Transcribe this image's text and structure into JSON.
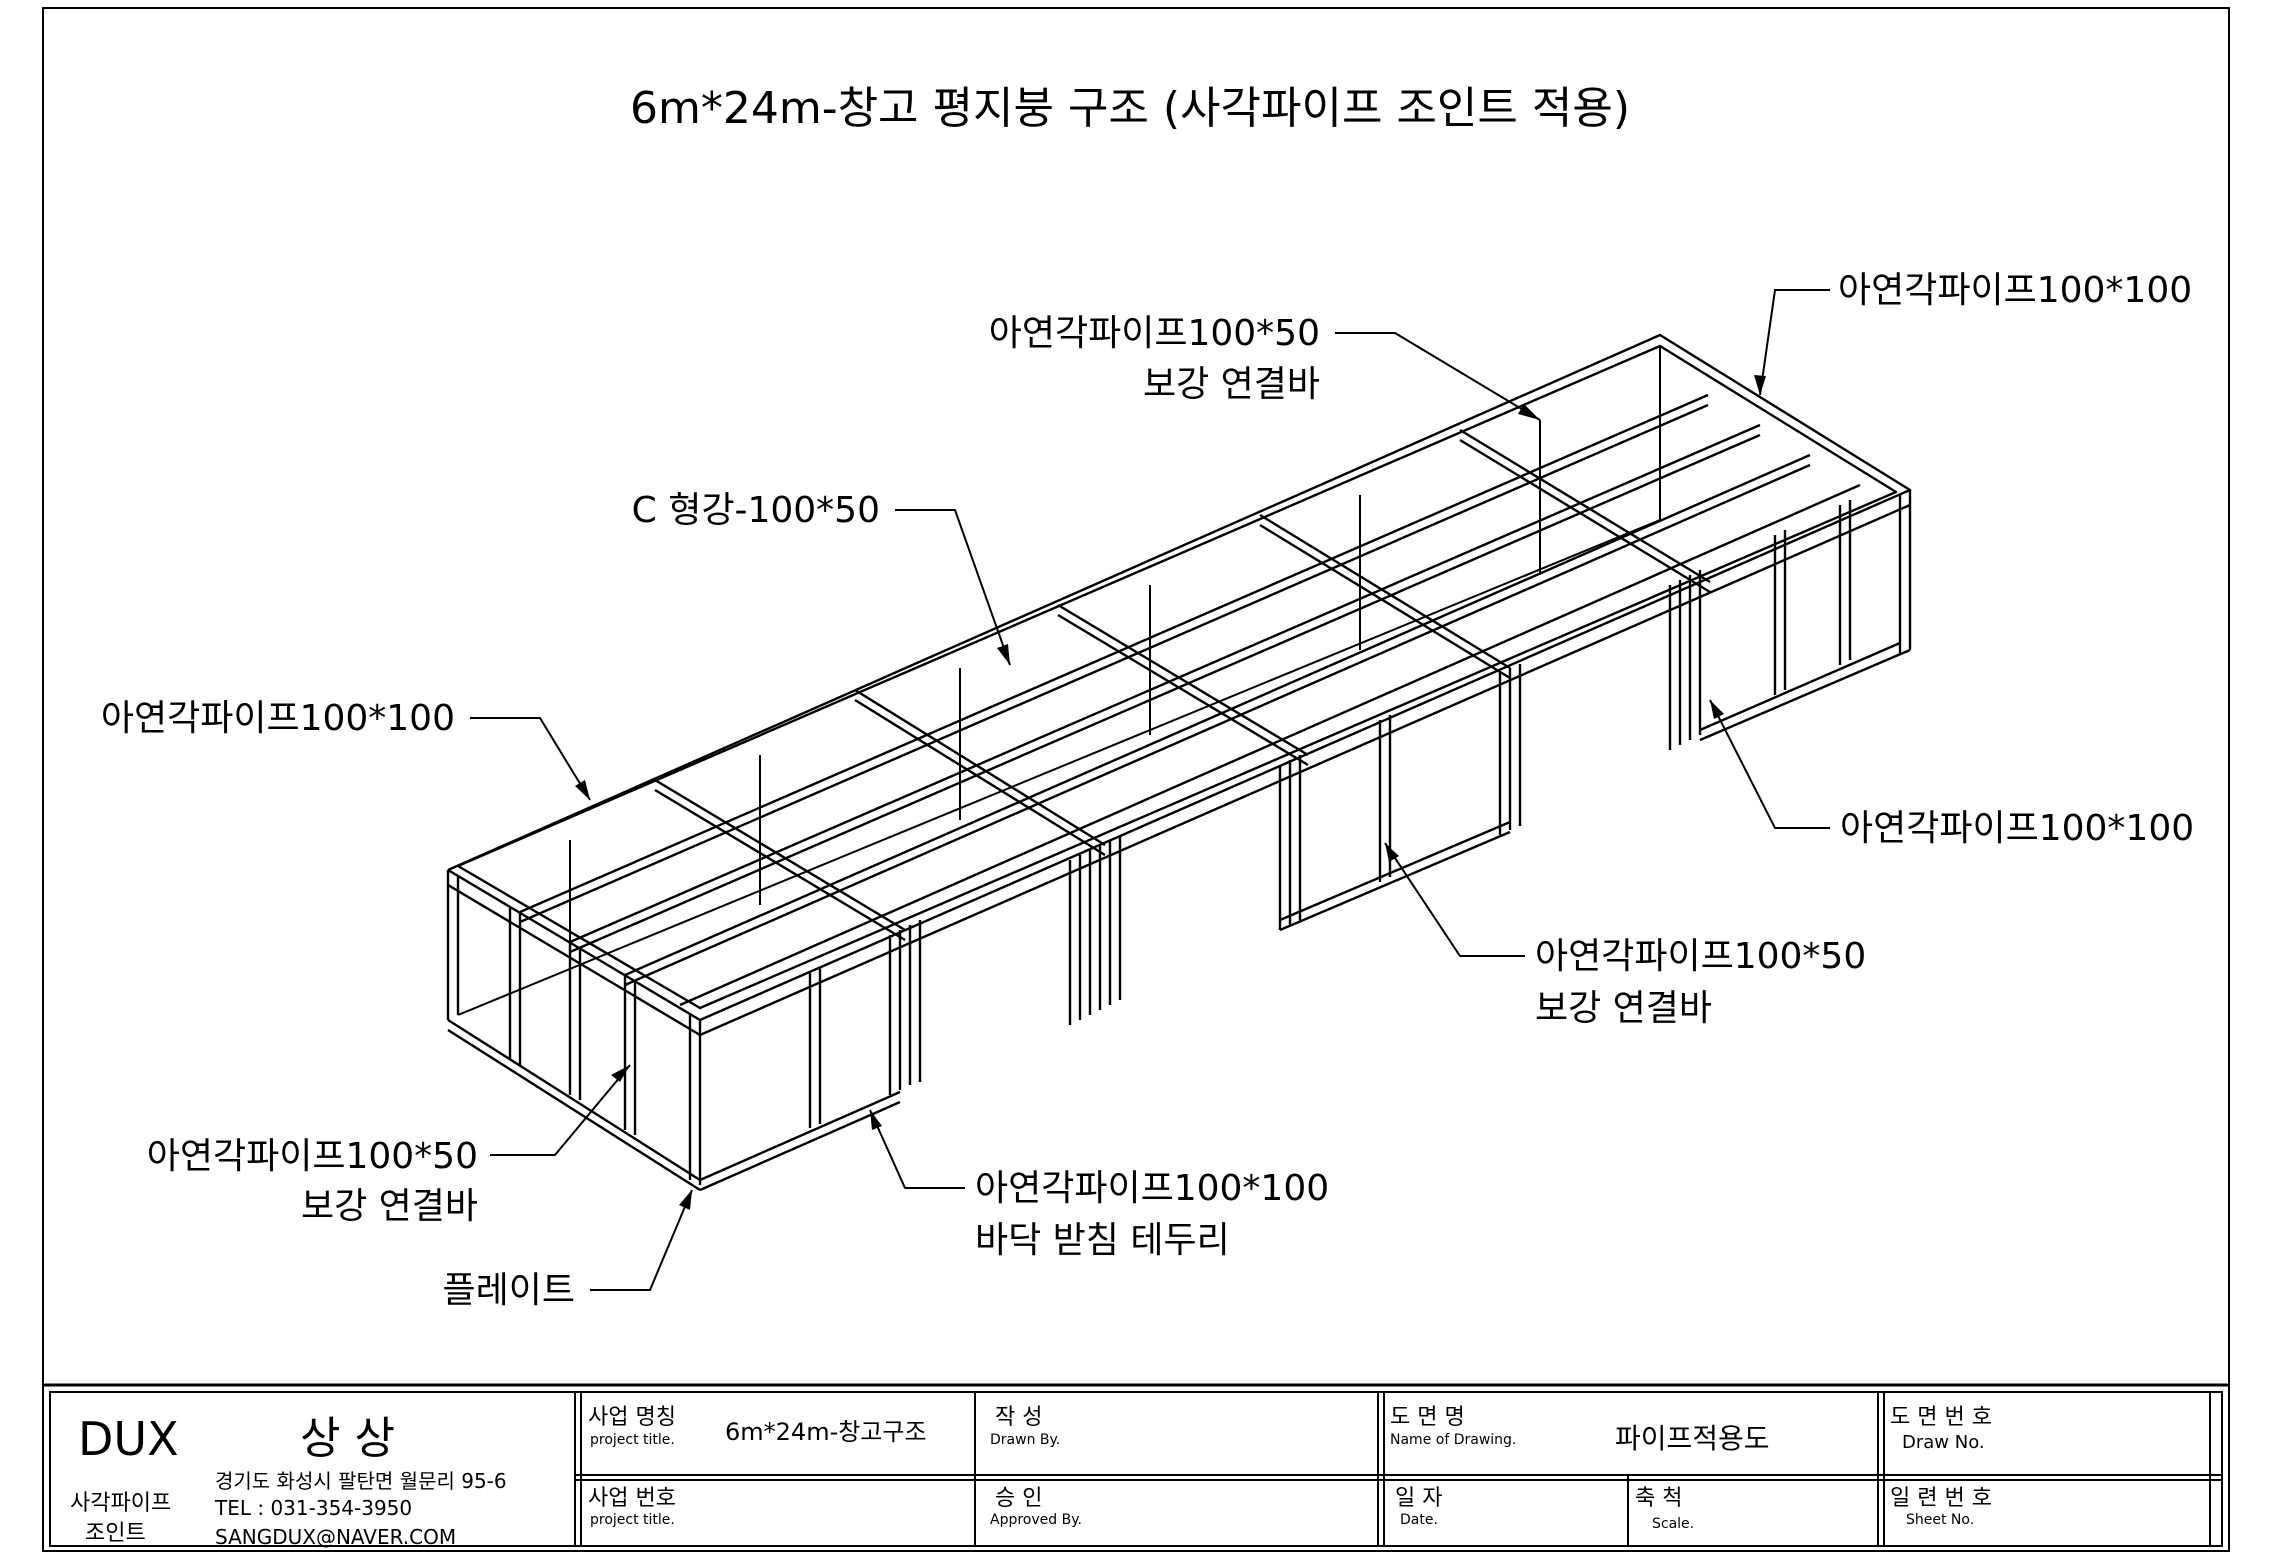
{
  "title": "6m*24m-창고 평지붕 구조 (사각파이프 조인트 적용)",
  "callouts": {
    "top_left_reinforce": {
      "line1": "아연각파이프100*50",
      "line2": "보강 연결바"
    },
    "top_right_pipe": {
      "line1": "아연각파이프100*100"
    },
    "c_channel": {
      "line1": "C 형강-100*50"
    },
    "left_pipe": {
      "line1": "아연각파이프100*100"
    },
    "right_mid_pipe": {
      "line1": "아연각파이프100*100"
    },
    "center_reinforce": {
      "line1": "아연각파이프100*50",
      "line2": "보강 연결바"
    },
    "bottom_left_reinforce": {
      "line1": "아연각파이프100*50",
      "line2": "보강 연결바"
    },
    "floor_edge": {
      "line1": "아연각파이프100*100",
      "line2": "바닥 받침 테두리"
    },
    "plate": {
      "line1": "플레이트"
    }
  },
  "title_block": {
    "company_logo": "DUX",
    "company_name": "상  상",
    "company_sub1": "사각파이프",
    "company_sub2": "조인트",
    "address": "경기도 화성시 팔탄면 월문리 95-6",
    "tel": "TEL : 031-354-3950",
    "email": "SANGDUX@NAVER.COM",
    "project_name_label": "사업 명칭",
    "project_name_sub": "project title.",
    "project_name_value": "6m*24m-창고구조",
    "project_no_label": "사업 번호",
    "project_no_sub": "project title.",
    "drawn_label": "작    성",
    "drawn_sub": "Drawn By.",
    "approved_label": "승    인",
    "approved_sub": "Approved By.",
    "drawing_name_label": "도  면  명",
    "drawing_name_sub": "Name of Drawing.",
    "drawing_name_value": "파이프적용도",
    "date_label": "일   자",
    "date_sub": "Date.",
    "scale_label": "축  척",
    "scale_sub": "Scale.",
    "draw_no_label": "도 면 번 호",
    "draw_no_sub": "Draw No.",
    "sheet_no_label": "일 련 번 호",
    "sheet_no_sub": "Sheet No."
  }
}
